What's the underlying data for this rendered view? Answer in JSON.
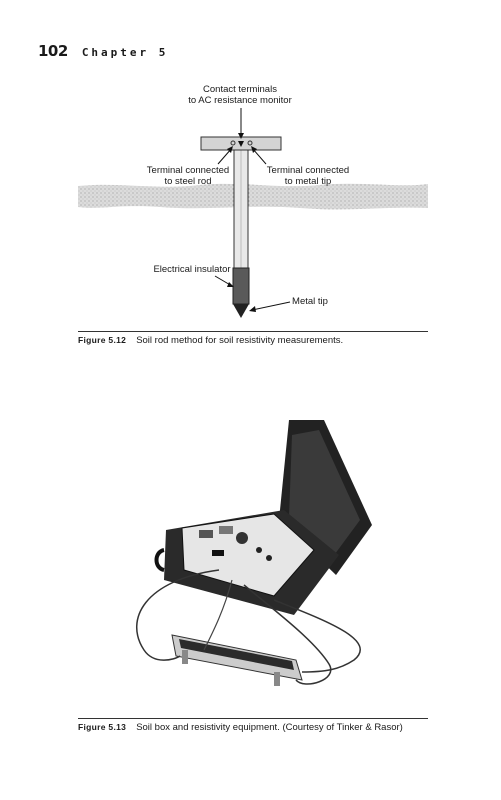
{
  "header": {
    "page_number": "102",
    "chapter": "Chapter 5"
  },
  "figure_512": {
    "labels": {
      "contact_terminals_1": "Contact terminals",
      "contact_terminals_2": "to AC resistance monitor",
      "terminal_steel_1": "Terminal connected",
      "terminal_steel_2": "to steel rod",
      "terminal_tip_1": "Terminal connected",
      "terminal_tip_2": "to metal tip",
      "insulator": "Electrical insulator",
      "metal_tip": "Metal tip"
    },
    "caption_label": "Figure 5.12",
    "caption_text": "Soil rod method for soil resistivity measurements."
  },
  "figure_513": {
    "caption_label": "Figure 5.13",
    "caption_text": "Soil box and resistivity equipment. (Courtesy of Tinker & Rasor)"
  }
}
